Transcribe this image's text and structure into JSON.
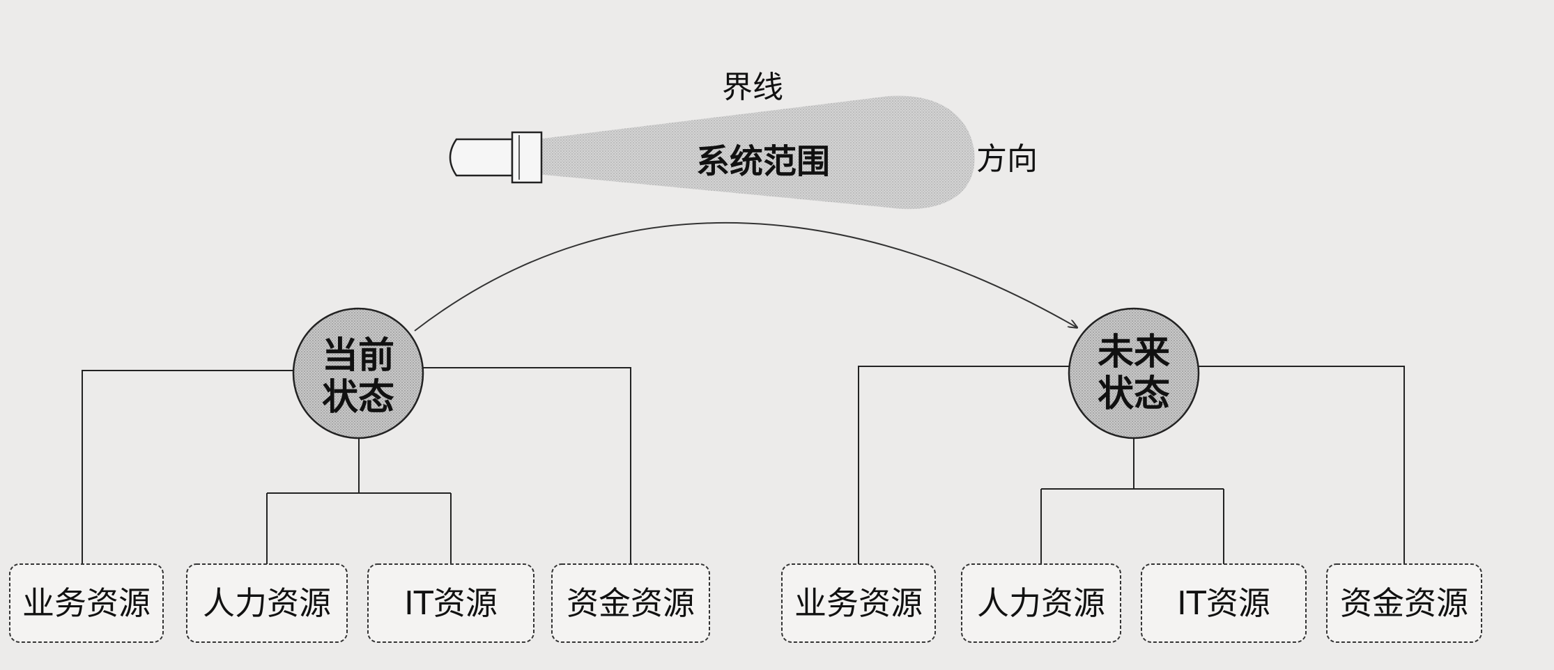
{
  "flashlight": {
    "top_label": "界线",
    "right_label": "方向",
    "beam_label": "系统范围"
  },
  "current_state": {
    "line1": "当前",
    "line2": "状态",
    "resources": [
      "业务资源",
      "人力资源",
      "IT资源",
      "资金资源"
    ]
  },
  "future_state": {
    "line1": "未来",
    "line2": "状态",
    "resources": [
      "业务资源",
      "人力资源",
      "IT资源",
      "资金资源"
    ]
  }
}
